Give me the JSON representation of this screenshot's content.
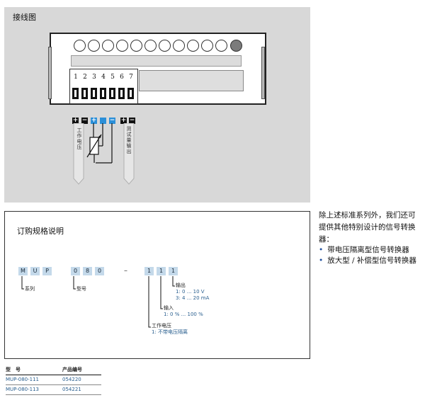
{
  "wiring": {
    "title": "接线图",
    "terminal_numbers": [
      "1",
      "2",
      "3",
      "4",
      "5",
      "6",
      "7"
    ],
    "polarity": [
      "+",
      "−",
      "+",
      "−",
      "+",
      "−"
    ],
    "left_label": "工作电压",
    "right_label": "测试量输出"
  },
  "ordering": {
    "title": "订购规格说明",
    "code_groups": {
      "series": [
        "M",
        "U",
        "P"
      ],
      "model": [
        "0",
        "8",
        "0"
      ],
      "dash": "–",
      "options": [
        "1",
        "1",
        "1"
      ]
    },
    "labels": {
      "series": "系列",
      "model": "型号",
      "output_title": "输出",
      "output_1": "1: 0 ... 10 V",
      "output_3": "3: 4 ... 20 mA",
      "input_title": "输入",
      "input_1": "1: 0 % ... 100 %",
      "supply_title": "工作电压",
      "supply_1": "1: 不带电压隔离"
    }
  },
  "side_note": {
    "text": "除上述标准系列外，我们还可提供其他特别设计的信号转换器：",
    "bullets": [
      "带电压隔离型信号转换器",
      "放大型 / 补偿型信号转换器"
    ]
  },
  "table": {
    "headers": [
      "型　号",
      "产品编号"
    ],
    "rows": [
      [
        "MUP-080-111",
        "054220"
      ],
      [
        "MUP-080-113",
        "054221"
      ]
    ]
  }
}
